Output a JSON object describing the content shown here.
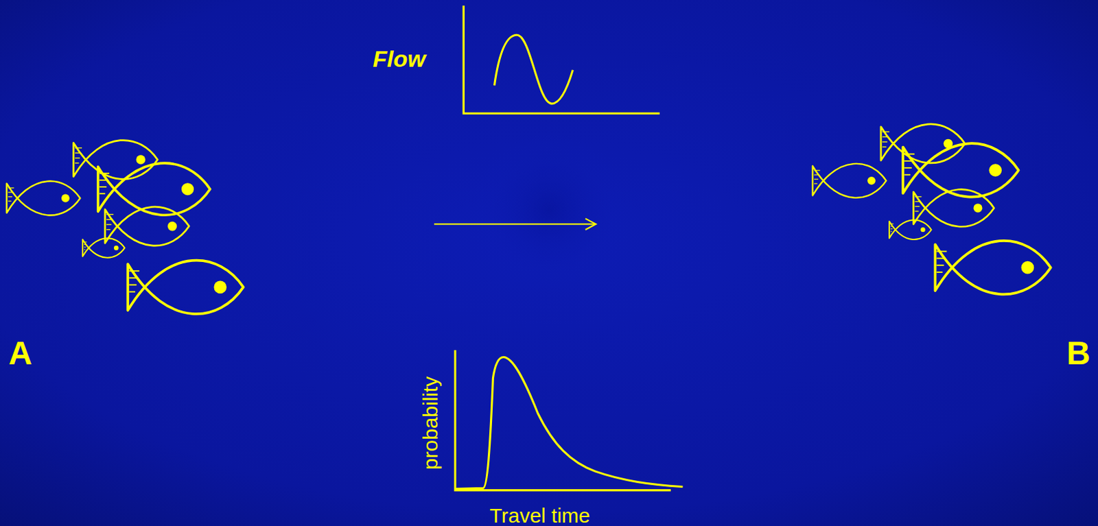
{
  "diagram": {
    "labels": [
      "Flow",
      "A",
      "B",
      "probability",
      "Travel time"
    ]
  }
}
